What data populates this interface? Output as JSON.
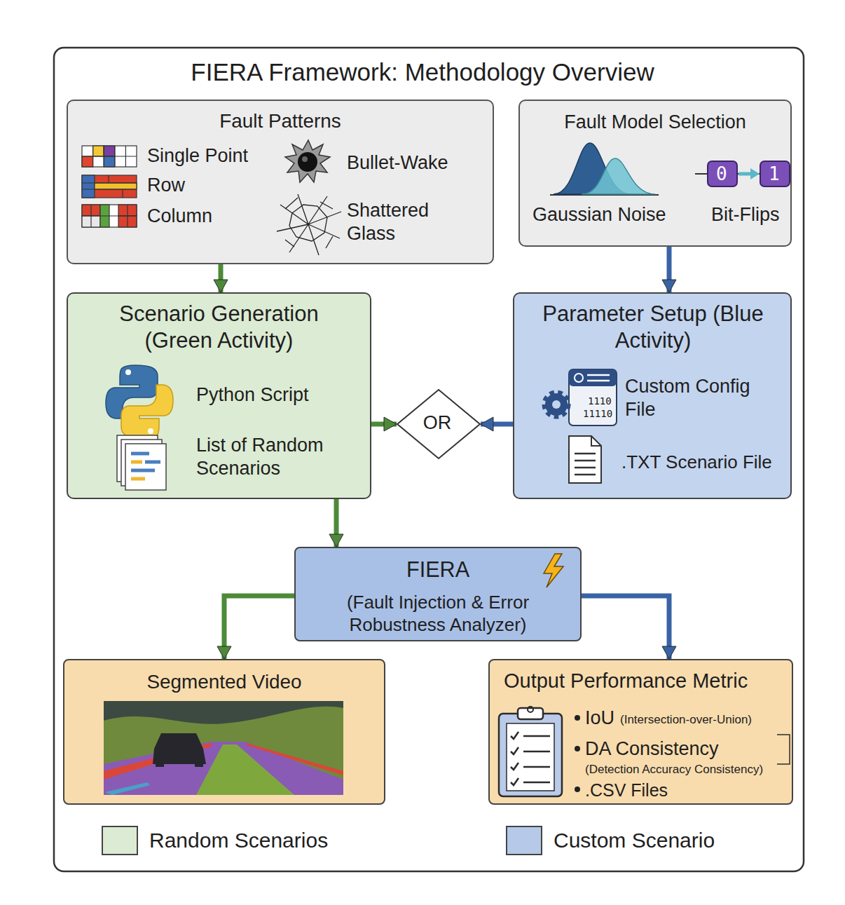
{
  "diagram": {
    "title": "FIERA Framework: Methodology Overview",
    "nodes": [
      {
        "text": [
          "Fault Patterns",
          "Single Point",
          "Row",
          "Column",
          "Bullet-Wake",
          "Shattered Glass"
        ]
      },
      {
        "text": [
          "Fault Model Selection",
          "Gaussian Noise",
          "Bit-Flips"
        ]
      },
      {
        "text": [
          "Scenario Generation (Green Activity)",
          "Python Script",
          "List of Random Scenarios"
        ]
      },
      {
        "text": [
          "Parameter Setup (Blue Activity)",
          "Custom Config File",
          ".TXT Scenario File"
        ]
      },
      {
        "text": [
          "OR"
        ]
      },
      {
        "text": [
          "FIERA",
          "(Fault Injection & Error Robustness Analyzer)"
        ]
      },
      {
        "text": [
          "Segmented Video"
        ]
      },
      {
        "text": [
          "Output Performance Metric",
          "IoU",
          "(Intersection-over-Union)",
          "DA Consistency",
          "(Detection Accuracy Consistency)",
          ".CSV Files"
        ]
      }
    ],
    "edges": [
      {
        "from": 0,
        "to": 2,
        "arrow": "to"
      },
      {
        "from": 1,
        "to": 3,
        "arrow": "to"
      },
      {
        "from": 2,
        "to": 4,
        "arrow": "to"
      },
      {
        "from": 3,
        "to": 4,
        "arrow": "to"
      },
      {
        "from": 4,
        "to": 5,
        "arrow": "to"
      },
      {
        "from": 5,
        "to": 6,
        "arrow": "to"
      },
      {
        "from": 5,
        "to": 7,
        "arrow": "to"
      }
    ],
    "labels": [
      "0",
      "1",
      "1110",
      "11110"
    ],
    "legend": [
      {
        "text": "Random Scenarios",
        "color": "#dcebd3"
      },
      {
        "text": "Custom Scenario",
        "color": "#b7c9e8"
      }
    ]
  }
}
